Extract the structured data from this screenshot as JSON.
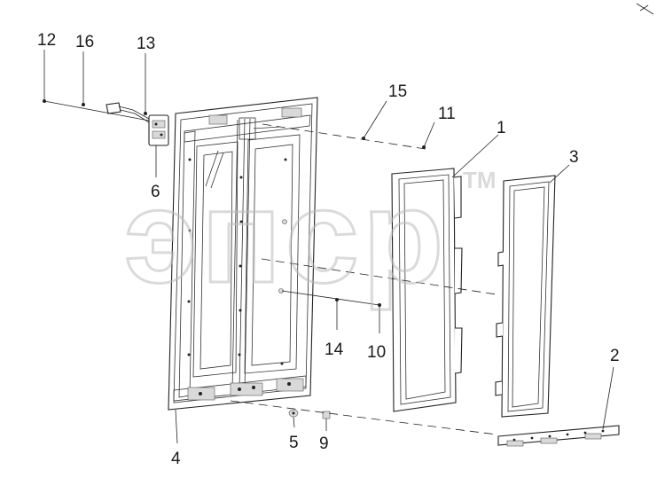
{
  "watermark": {
    "text": "эпср",
    "trademark": "TM"
  },
  "callouts": {
    "c1": "1",
    "c2": "2",
    "c3": "3",
    "c4": "4",
    "c5": "5",
    "c6": "6",
    "c9": "9",
    "c10": "10",
    "c11": "11",
    "c12": "12",
    "c13": "13",
    "c14": "14",
    "c15": "15",
    "c16": "16"
  },
  "colors": {
    "line": "#222222",
    "watermark": "#c8c8c8",
    "background": "#ffffff"
  }
}
